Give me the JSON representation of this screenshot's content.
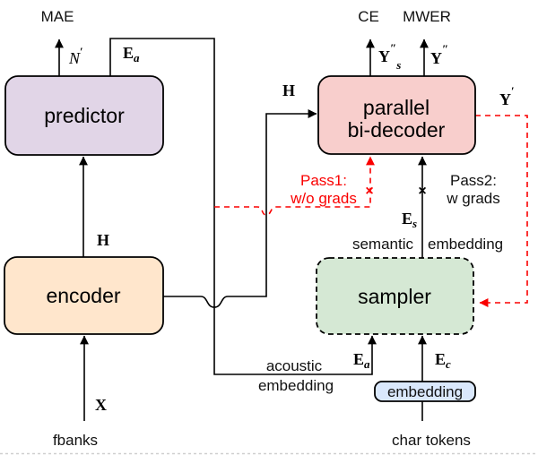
{
  "diagram": {
    "losses": {
      "mae": "MAE",
      "ce": "CE",
      "mwer": "MWER"
    },
    "boxes": {
      "predictor": "predictor",
      "encoder": "encoder",
      "decoder_line1": "parallel",
      "decoder_line2": "bi-decoder",
      "sampler": "sampler",
      "embedding": "embedding"
    },
    "math": {
      "n": "N",
      "e": "E",
      "h": "H",
      "x": "X",
      "y": "Y",
      "sub_a": "a",
      "sub_s": "s",
      "sub_c": "c",
      "prime": "′",
      "dprime": "″",
      "cross": "×"
    },
    "annotations": {
      "pass1_line1": "Pass1:",
      "pass1_line2": "w/o grads",
      "pass2_line1": "Pass2:",
      "pass2_line2": "w grads",
      "semantic": "semantic",
      "semantic_embedding": "embedding",
      "acoustic": "acoustic",
      "acoustic_embedding": "embedding"
    },
    "io": {
      "fbanks": "fbanks",
      "char_tokens": "char tokens"
    },
    "colors": {
      "predictor_fill": "#e1d5e7",
      "encoder_fill": "#ffe6cc",
      "decoder_fill": "#f8cecc",
      "sampler_fill": "#d5e8d4",
      "embedding_fill": "#dae8fc",
      "line": "#000000",
      "grad_path_red": "#fa0000"
    }
  }
}
